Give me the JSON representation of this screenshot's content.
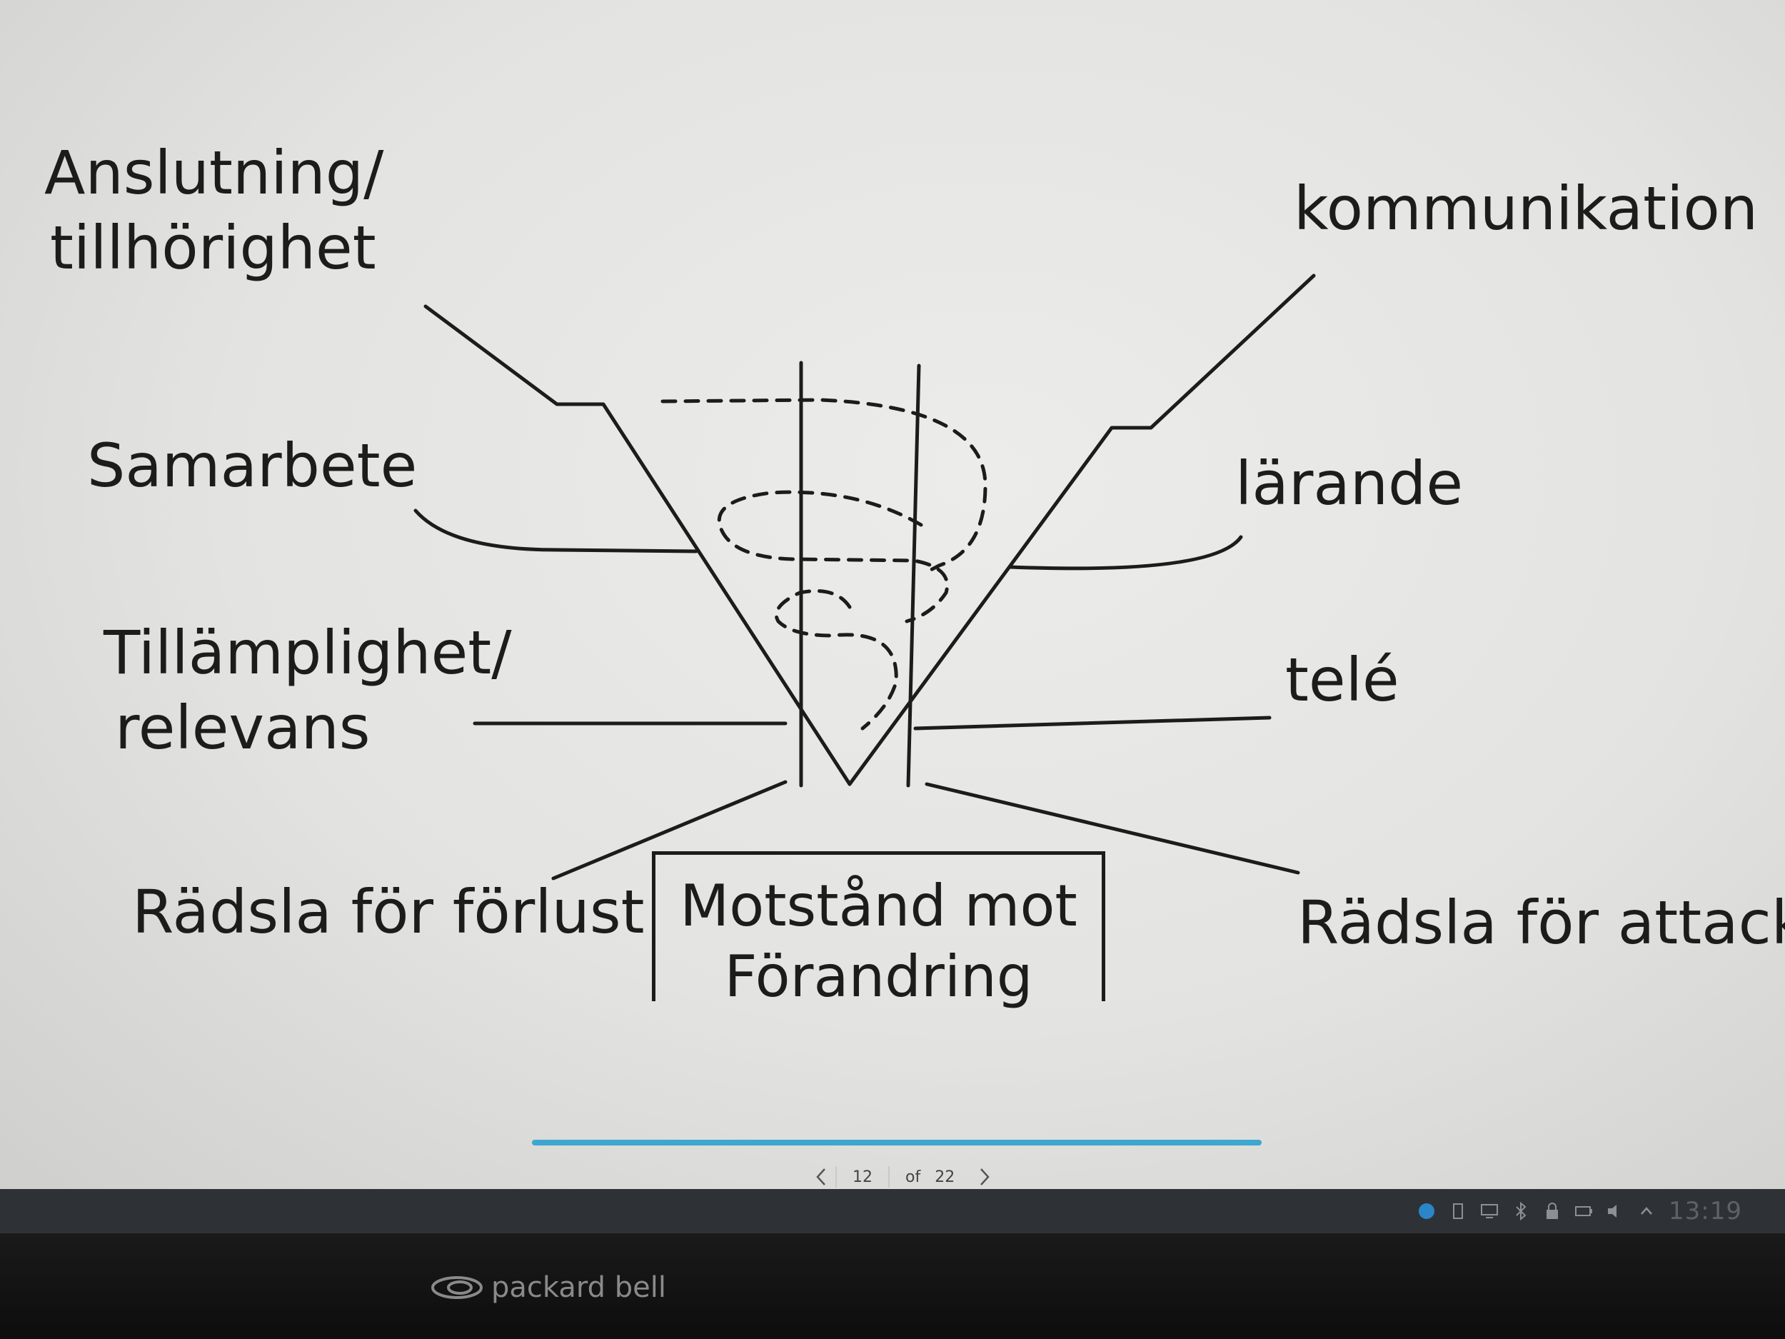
{
  "slide": {
    "labels": {
      "anslutning_line1": "Anslutning/",
      "anslutning_line2": "tillhörighet",
      "samarbete": "Samarbete",
      "tillamplighet_line1": "Tillämplighet/",
      "tillamplighet_line2": "relevans",
      "radsla_forlust": "Rädsla för förlust",
      "kommunikation": "kommunikation",
      "larande": "lärande",
      "tele": "telé",
      "radsla_attack": "Rädsla för attack"
    },
    "center_box": {
      "line1": "Motstånd mot",
      "line2": "Förandring"
    }
  },
  "viewer": {
    "page_current": "12",
    "page_of": "of",
    "page_total": "22",
    "progress_color": "#3da7cf",
    "prev_icon": "chevron-left-icon",
    "next_icon": "chevron-right-icon"
  },
  "taskbar": {
    "clock": "13:19",
    "tray_icons": [
      "network-status-icon",
      "usb-icon",
      "monitor-icon",
      "bluetooth-icon",
      "lock-icon",
      "battery-icon",
      "volume-icon",
      "chevron-up-icon"
    ]
  },
  "monitor": {
    "brand": "packard bell"
  }
}
